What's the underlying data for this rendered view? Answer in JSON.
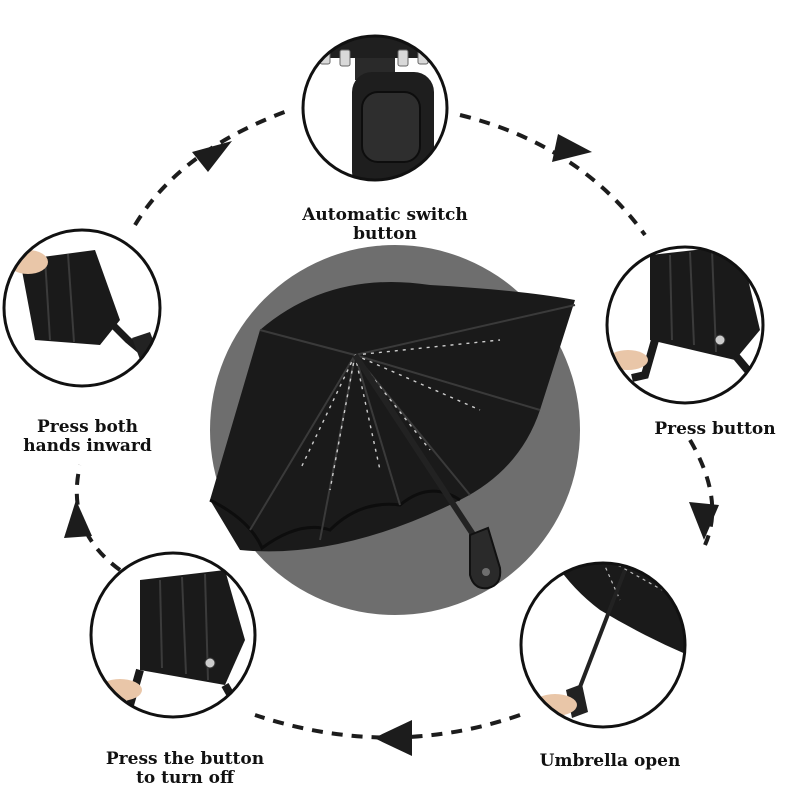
{
  "steps": [
    {
      "line1": "Automatic switch",
      "line2": "button"
    },
    {
      "line1": "Press button",
      "line2": ""
    },
    {
      "line1": "Umbrella open",
      "line2": ""
    },
    {
      "line1": "Press the button",
      "line2": "to turn off"
    },
    {
      "line1": "Press both",
      "line2": "hands inward"
    }
  ],
  "colors": {
    "backdrop": "#6e6e6e",
    "canopy": "#1a1a1a",
    "outline": "#111111",
    "arrow": "#1c1c1c",
    "skin": "#e9c6a8"
  },
  "icons": {
    "center": "open-umbrella-icon",
    "top": "umbrella-handle-button-icon",
    "right": "folded-umbrella-press-icon",
    "bottom_right": "open-umbrella-icon",
    "bottom_left": "folded-umbrella-press-icon",
    "left": "folded-umbrella-hands-icon"
  }
}
